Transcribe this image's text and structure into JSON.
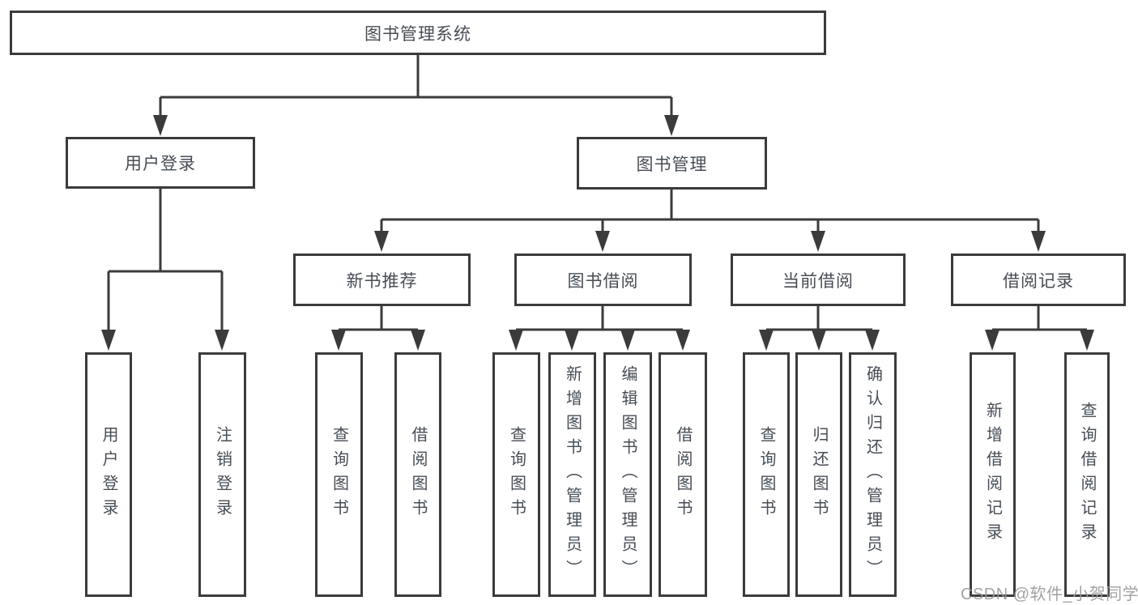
{
  "tree": {
    "label": "图书管理系统",
    "children": [
      {
        "label": "用户登录",
        "children": [
          {
            "label": "用户登录"
          },
          {
            "label": "注销登录"
          }
        ]
      },
      {
        "label": "图书管理",
        "children": [
          {
            "label": "新书推荐",
            "children": [
              {
                "label": "查询图书"
              },
              {
                "label": "借阅图书"
              }
            ]
          },
          {
            "label": "图书借阅",
            "children": [
              {
                "label": "查询图书"
              },
              {
                "label": "新增图书（管理员）"
              },
              {
                "label": "编辑图书（管理员）"
              },
              {
                "label": "借阅图书"
              }
            ]
          },
          {
            "label": "当前借阅",
            "children": [
              {
                "label": "查询图书"
              },
              {
                "label": "归还图书"
              },
              {
                "label": "确认归还（管理员）"
              }
            ]
          },
          {
            "label": "借阅记录",
            "children": [
              {
                "label": "新增借阅记录"
              },
              {
                "label": "查询借阅记录"
              }
            ]
          }
        ]
      }
    ]
  },
  "watermark": {
    "text": "CSDN @软件_小贺同学"
  },
  "colors": {
    "line": "#3b3b3b",
    "text": "#474d55",
    "watermark": "#9b9b9b",
    "background": "#ffffff"
  }
}
